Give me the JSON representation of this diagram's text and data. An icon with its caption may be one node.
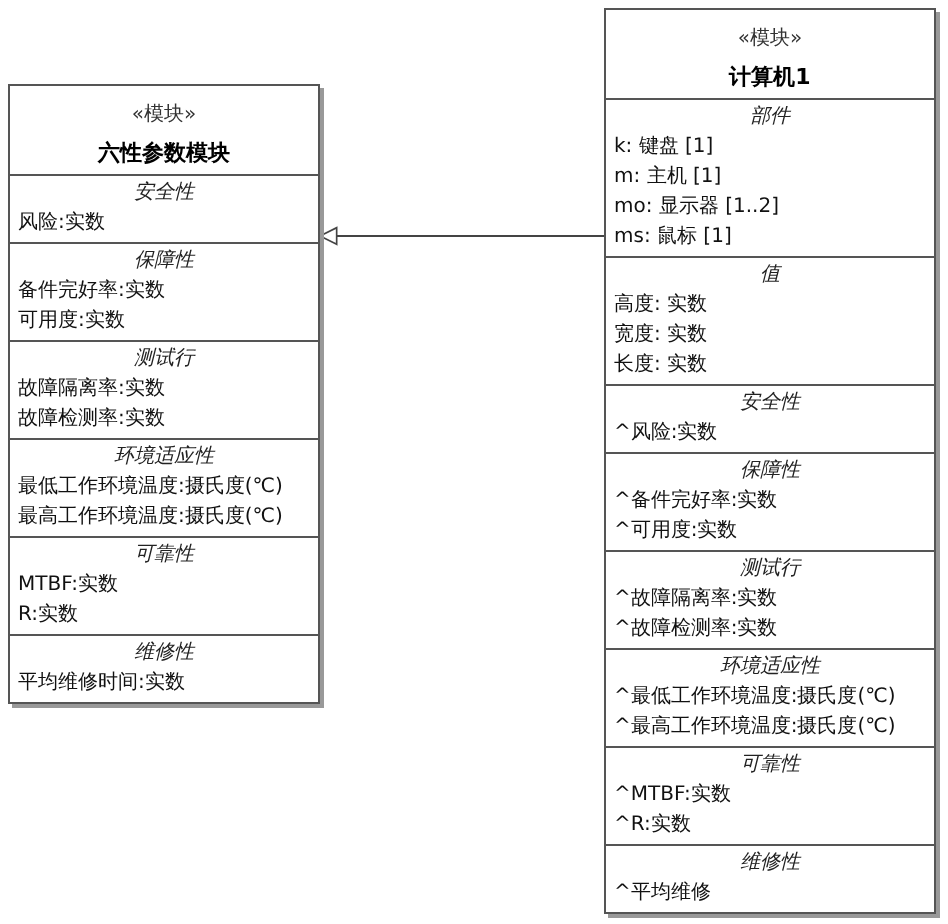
{
  "diagram": {
    "nodes": [
      {
        "text": [
          "«模块»",
          "六性参数模块"
        ]
      },
      {
        "text": [
          "安全性",
          "风险:实数"
        ],
        "in": 0
      },
      {
        "text": [
          "保障性",
          "备件完好率:实数",
          "可用度:实数"
        ],
        "in": 0
      },
      {
        "text": [
          "测试行",
          "故障隔离率:实数",
          "故障检测率:实数"
        ],
        "in": 0
      },
      {
        "text": [
          "环境适应性",
          "最低工作环境温度:摄氏度(℃)",
          "最高工作环境温度:摄氏度(℃)"
        ],
        "in": 0
      },
      {
        "text": [
          "可靠性",
          "MTBF:实数",
          "R:实数"
        ],
        "in": 0
      },
      {
        "text": [
          "维修性",
          "平均维修时间:实数"
        ],
        "in": 0
      },
      {
        "text": [
          "«模块»",
          "计算机1"
        ]
      },
      {
        "text": [
          "部件",
          "k: 键盘 [1]",
          "m: 主机 [1]",
          "mo: 显示器 [1..2]",
          "ms: 鼠标 [1]"
        ],
        "in": 7
      },
      {
        "text": [
          "值",
          "高度: 实数",
          "宽度: 实数",
          "长度: 实数"
        ],
        "in": 7
      },
      {
        "text": [
          "安全性",
          "^风险:实数"
        ],
        "in": 7
      },
      {
        "text": [
          "保障性",
          "^备件完好率:实数",
          "^可用度:实数"
        ],
        "in": 7
      },
      {
        "text": [
          "测试行",
          "^故障隔离率:实数",
          "^故障检测率:实数"
        ],
        "in": 7
      },
      {
        "text": [
          "环境适应性",
          "^最低工作环境温度:摄氏度(℃)",
          "^最高工作环境温度:摄氏度(℃)"
        ],
        "in": 7
      },
      {
        "text": [
          "可靠性",
          "^MTBF:实数",
          "^R:实数"
        ],
        "in": 7
      },
      {
        "text": [
          "维修性",
          "^平均维修"
        ],
        "in": 7
      }
    ],
    "edges": [
      {
        "from": 7,
        "to": 0,
        "arrow": "to"
      }
    ]
  }
}
